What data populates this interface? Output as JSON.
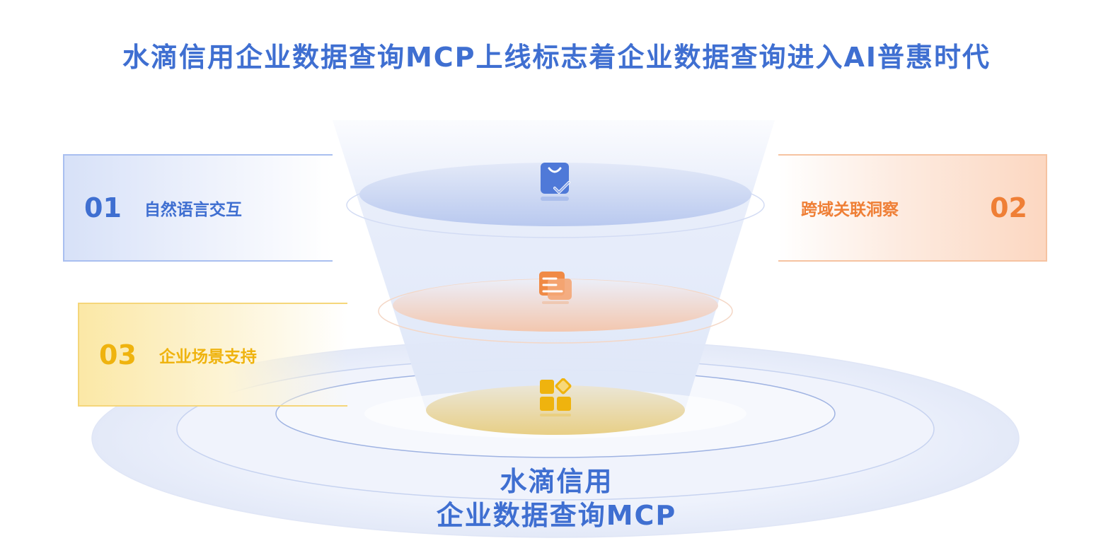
{
  "title": "水滴信用企业数据查询MCP上线标志着企业数据查询进入AI普惠时代",
  "cards": [
    {
      "number": "01",
      "label": "自然语言交互",
      "color": "#3f6fd1"
    },
    {
      "number": "02",
      "label": "跨域关联洞察",
      "color": "#ef7f36"
    },
    {
      "number": "03",
      "label": "企业场景支持",
      "color": "#efb30e"
    }
  ],
  "center": {
    "line1": "水滴信用",
    "line2": "企业数据查询MCP"
  },
  "icons": {
    "top": "bag-check-icon",
    "middle": "chat-document-icon",
    "bottom": "grid-apps-icon"
  }
}
